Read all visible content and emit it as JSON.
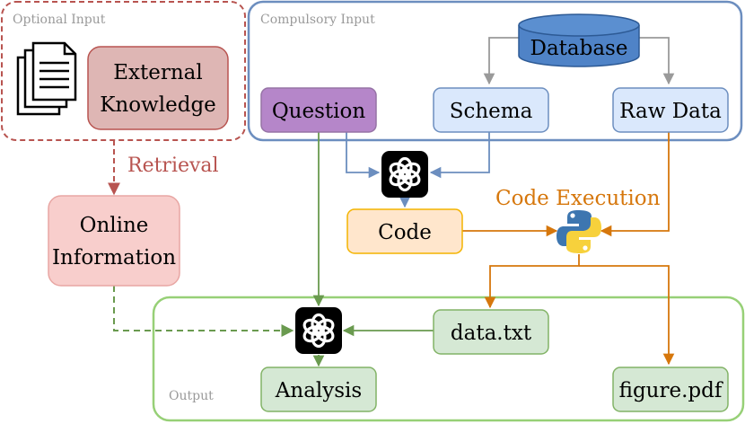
{
  "groups": {
    "optional_label": "Optional Input",
    "compulsory_label": "Compulsory Input",
    "output_label": "Output"
  },
  "nodes": {
    "external_knowledge": [
      "External",
      "Knowledge"
    ],
    "database": "Database",
    "question": "Question",
    "schema": "Schema",
    "raw_data": "Raw Data",
    "online_information": [
      "Online",
      "Information"
    ],
    "code": "Code",
    "data_txt": "data.txt",
    "analysis": "Analysis",
    "figure_pdf": "figure.pdf"
  },
  "edge_labels": {
    "retrieval": "Retrieval",
    "code_execution": "Code Execution"
  },
  "colors": {
    "optional_border": "#b85450",
    "compulsory_border": "#6c8ebf",
    "output_border": "#97d077",
    "question_fill": "#b586c9",
    "question_border": "#9673a6",
    "blue_fill": "#dae8fc",
    "database_fill": "#4f83c7",
    "external_fill": "#deb6b4",
    "online_fill": "#f8cecc",
    "code_fill": "#ffe6cc",
    "code_border": "#f4b400",
    "green_fill": "#d5e8d4",
    "green_border": "#82b366",
    "orange_edge": "#d6770c",
    "green_edge": "#6a9a4f",
    "blue_edge": "#6c8ebf",
    "gray_edge": "#9a9a9a"
  },
  "icons": [
    "documents-icon",
    "openai-icon",
    "python-icon"
  ]
}
